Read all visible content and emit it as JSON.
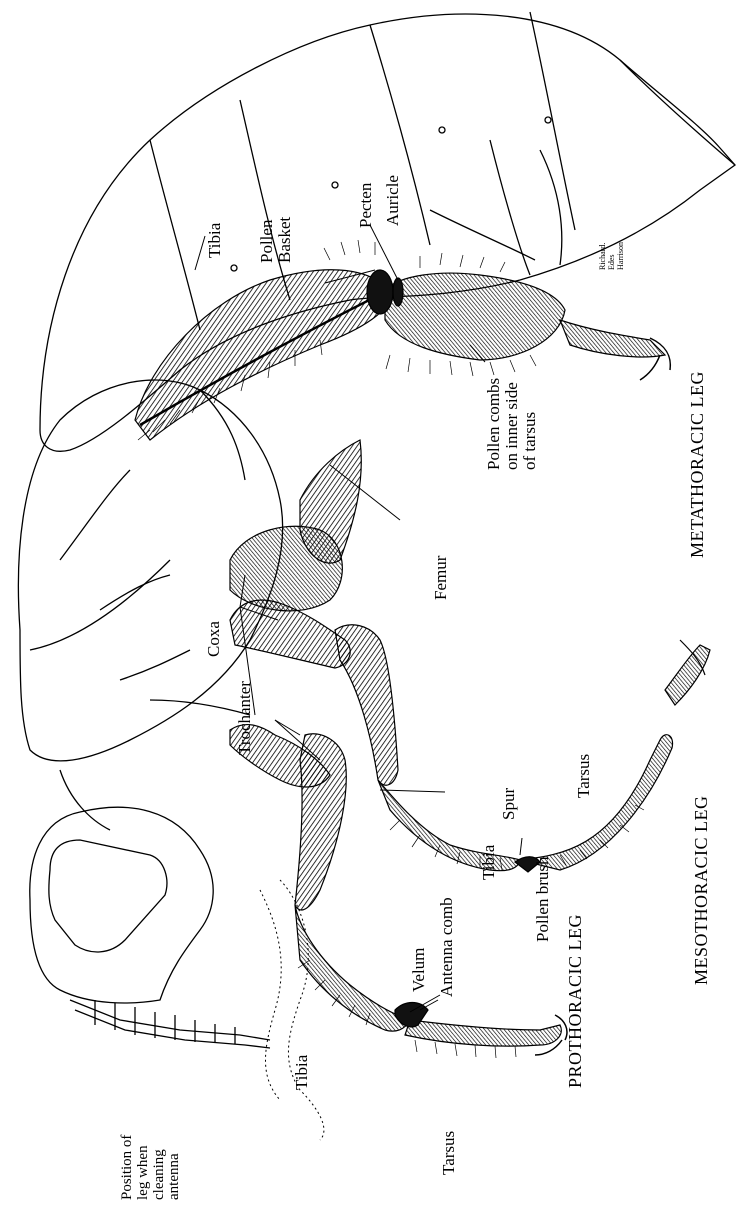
{
  "labels": {
    "tibia_hind": "Tibia",
    "pollen_basket": "Pollen\nBasket",
    "pecten": "Pecten",
    "auricle": "Auricle",
    "signature": "Richard.\nEdes\nHarrison",
    "pollen_combs": "Pollen combs\non inner side\nof tarsus",
    "femur": "Femur",
    "coxa": "Coxa",
    "trochanter": "Trochanter",
    "spur": "Spur",
    "tarsus_mid": "Tarsus",
    "tibia_mid": "Tibia",
    "pollen_brush": "Pollen brush",
    "antenna_comb": "Antenna comb",
    "velum": "Velum",
    "tibia_front": "Tibia",
    "tarsus_front": "Tarsus",
    "position_note": "Position of\nleg when\ncleaning\nantenna",
    "metathoracic": "METATHORACIC LEG",
    "mesothoracic": "MESOTHORACIC LEG",
    "prothoracic": "PROTHORACIC LEG"
  }
}
